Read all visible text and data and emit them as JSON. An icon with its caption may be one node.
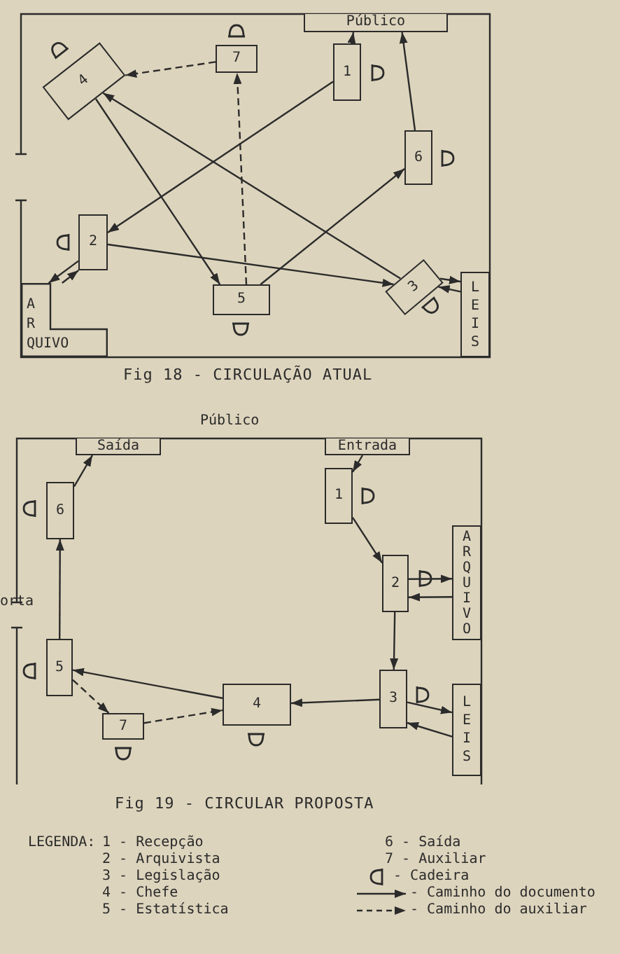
{
  "diagram": {
    "nodes": [
      {
        "text": [
          "Público"
        ]
      },
      {
        "text": [
          "4"
        ]
      },
      {
        "text": [
          "7"
        ]
      },
      {
        "text": [
          "1"
        ]
      },
      {
        "text": [
          "6"
        ]
      },
      {
        "text": [
          "2"
        ]
      },
      {
        "text": [
          "5"
        ]
      },
      {
        "text": [
          "3"
        ]
      },
      {
        "text": [
          "A R QUIVO"
        ]
      },
      {
        "text": [
          "L E I S"
        ]
      },
      {
        "text": [
          "Saída"
        ]
      },
      {
        "text": [
          "Entrada"
        ]
      },
      {
        "text": [
          "1"
        ]
      },
      {
        "text": [
          "6"
        ]
      },
      {
        "text": [
          "2"
        ]
      },
      {
        "text": [
          "A R Q U I V O"
        ]
      },
      {
        "text": [
          "5"
        ]
      },
      {
        "text": [
          "3"
        ]
      },
      {
        "text": [
          "4"
        ]
      },
      {
        "text": [
          "L E I S"
        ]
      },
      {
        "text": [
          "7"
        ]
      }
    ],
    "edges": [
      {
        "from": 3,
        "to": 0,
        "arrow": "to"
      },
      {
        "from": 4,
        "to": 0,
        "arrow": "to"
      },
      {
        "from": 2,
        "to": 1,
        "arrow": "to",
        "style": "dashed"
      },
      {
        "from": 3,
        "to": 5,
        "arrow": "to"
      },
      {
        "from": 1,
        "to": 6,
        "arrow": "to"
      },
      {
        "from": 7,
        "to": 1,
        "arrow": "to"
      },
      {
        "from": 6,
        "to": 2,
        "arrow": "to",
        "style": "dashed"
      },
      {
        "from": 6,
        "to": 4,
        "arrow": "to"
      },
      {
        "from": 5,
        "to": 7,
        "arrow": "to"
      },
      {
        "from": 5,
        "to": 8,
        "arrow": "to"
      },
      {
        "from": 8,
        "to": 5,
        "arrow": "to"
      },
      {
        "from": 7,
        "to": 9,
        "arrow": "to"
      },
      {
        "from": 9,
        "to": 7,
        "arrow": "to"
      },
      {
        "from": 11,
        "to": 12,
        "arrow": "to"
      },
      {
        "from": 13,
        "to": 10,
        "arrow": "to"
      },
      {
        "from": 12,
        "to": 14,
        "arrow": "to"
      },
      {
        "from": 14,
        "to": 15,
        "arrow": "to"
      },
      {
        "from": 15,
        "to": 14,
        "arrow": "to"
      },
      {
        "from": 14,
        "to": 17,
        "arrow": "to"
      },
      {
        "from": 17,
        "to": 18,
        "arrow": "to"
      },
      {
        "from": 17,
        "to": 19,
        "arrow": "to"
      },
      {
        "from": 19,
        "to": 17,
        "arrow": "to"
      },
      {
        "from": 18,
        "to": 16,
        "arrow": "to"
      },
      {
        "from": 16,
        "to": 20,
        "arrow": "to",
        "style": "dashed"
      },
      {
        "from": 20,
        "to": 18,
        "arrow": "to",
        "style": "dashed"
      },
      {
        "from": 16,
        "to": 13,
        "arrow": "to"
      }
    ],
    "labels": [
      "Fig 18 - CIRCULAÇÃO ATUAL",
      "Público",
      "orta",
      "Fig 19 - CIRCULAR PROPOSTA",
      "LEGENDA:"
    ],
    "legend": [
      {
        "text": "1 - Recepção"
      },
      {
        "text": "2 - Arquivista"
      },
      {
        "text": "3 - Legislação"
      },
      {
        "text": "4 - Chefe"
      },
      {
        "text": "5 - Estatística"
      },
      {
        "text": "6 - Saída"
      },
      {
        "text": "7 - Auxiliar"
      },
      {
        "text": "- Cadeira"
      },
      {
        "text": "- Caminho do documento"
      },
      {
        "text": "- Caminho do auxiliar"
      }
    ]
  }
}
